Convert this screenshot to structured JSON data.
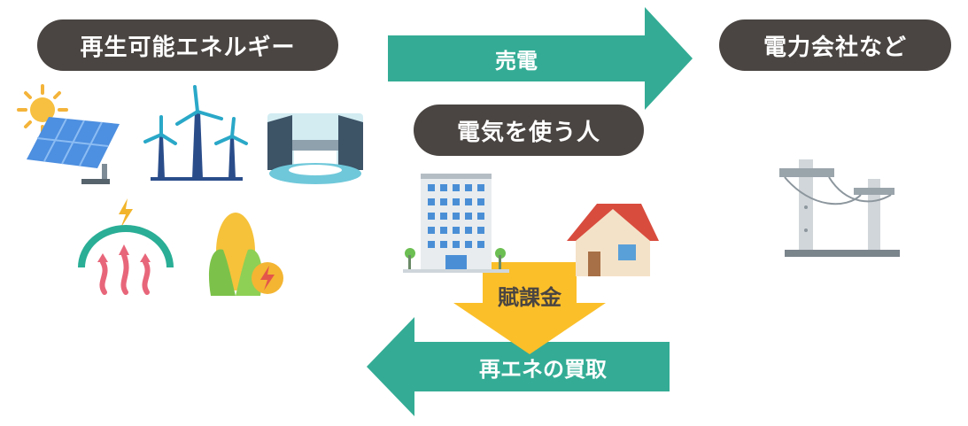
{
  "labels": {
    "renewable": "再生可能エネルギー",
    "utility": "電力会社など",
    "consumer": "電気を使う人"
  },
  "arrows": {
    "sell": "売電",
    "levy": "賦課金",
    "purchase": "再エネの買取"
  },
  "colors": {
    "pill": "#4a4542",
    "teal": "#34ac95",
    "yellow": "#fbbf2a"
  },
  "icons": [
    "sun-icon",
    "solar-panel-icon",
    "wind-turbine-icon",
    "dam-icon",
    "geothermal-icon",
    "biomass-corn-icon",
    "office-building-icon",
    "house-icon",
    "power-pylon-icon"
  ]
}
